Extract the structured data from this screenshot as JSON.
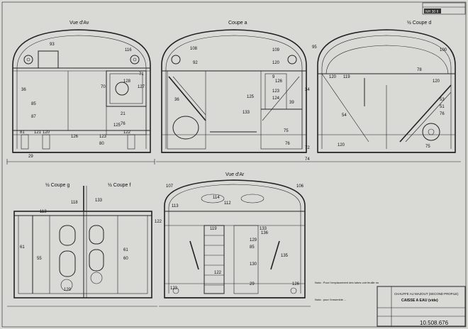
{
  "views": {
    "vue_av": "Vue d'Av",
    "coupe_a": "Coupe a",
    "coupe_d": "½ Coupe d",
    "coupe_g": "½ Coupe g",
    "coupe_f": "½ Coupe f",
    "vue_ar": "Vue d'Ar"
  },
  "title_block": {
    "line1": "CHAUFFE AU MAZOUT (SECOND PROFILE)",
    "line2": "CAISSE A EAU (vide)",
    "drawing_number": "10.508.676",
    "corner_ref": "NH 30 II"
  },
  "notes": {
    "note1": "Nota : Pour l'emplacement des tubes voir feuille no",
    "note2": "Nota : pour l'ensemble ..."
  },
  "dimension_labels": {
    "vue_av": [
      "93",
      "116",
      "70",
      "128",
      "71",
      "127",
      "36",
      "85",
      "87",
      "81",
      "121",
      "120",
      "125",
      "126",
      "123",
      "80",
      "21",
      "76",
      "122",
      "29"
    ],
    "coupe_a": [
      "108",
      "109",
      "92",
      "120",
      "126",
      "133",
      "9",
      "123",
      "124",
      "125",
      "34",
      "36",
      "39",
      "75",
      "76",
      "72",
      "74"
    ],
    "coupe_d": [
      "95",
      "100",
      "120",
      "119",
      "78",
      "120",
      "53",
      "51",
      "76",
      "54",
      "120",
      "75"
    ],
    "coupe_g": [
      "118",
      "113",
      "133",
      "61",
      "55",
      "120"
    ],
    "coupe_f": [
      "122",
      "61",
      "60"
    ],
    "vue_ar": [
      "107",
      "106",
      "113",
      "112",
      "119",
      "133",
      "136",
      "129",
      "85",
      "130",
      "135",
      "122",
      "123",
      "29",
      "126",
      "114"
    ]
  }
}
